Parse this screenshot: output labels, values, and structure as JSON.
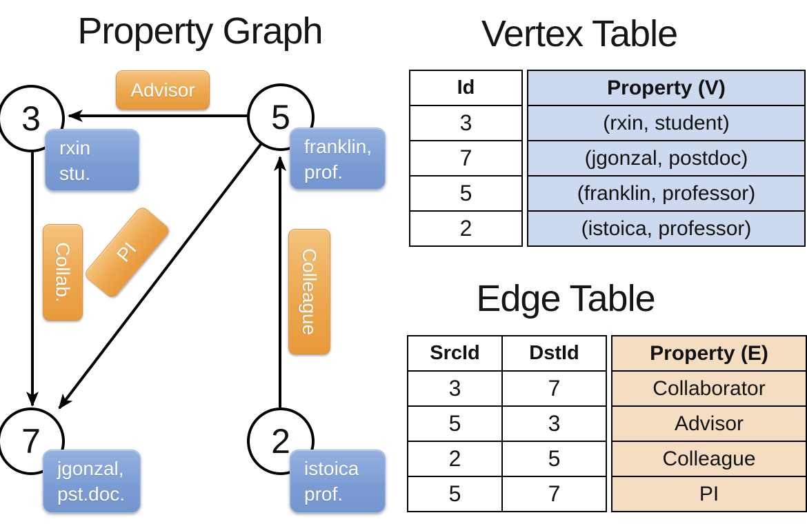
{
  "graph": {
    "title": "Property Graph",
    "nodes": [
      {
        "id": "3"
      },
      {
        "id": "5"
      },
      {
        "id": "7"
      },
      {
        "id": "2"
      }
    ],
    "edge_labels": {
      "advisor": "Advisor",
      "collab": "Collab.",
      "pi": "PI",
      "colleague": "Colleague"
    },
    "property_boxes": [
      {
        "line1": "rxin",
        "line2": "stu."
      },
      {
        "line1": "franklin,",
        "line2": "prof."
      },
      {
        "line1": "jgonzal,",
        "line2": "pst.doc."
      },
      {
        "line1": "istoica",
        "line2": "prof."
      }
    ]
  },
  "vertex_table": {
    "title": "Vertex Table",
    "columns": {
      "id": "Id",
      "property": "Property (V)"
    },
    "rows": [
      {
        "id": "3",
        "property": "(rxin, student)"
      },
      {
        "id": "7",
        "property": "(jgonzal, postdoc)"
      },
      {
        "id": "5",
        "property": "(franklin, professor)"
      },
      {
        "id": "2",
        "property": "(istoica, professor)"
      }
    ]
  },
  "edge_table": {
    "title": "Edge Table",
    "columns": {
      "src": "SrcId",
      "dst": "DstId",
      "property": "Property (E)"
    },
    "rows": [
      {
        "src": "3",
        "dst": "7",
        "property": "Collaborator"
      },
      {
        "src": "5",
        "dst": "3",
        "property": "Advisor"
      },
      {
        "src": "2",
        "dst": "5",
        "property": "Colleague"
      },
      {
        "src": "5",
        "dst": "7",
        "property": "PI"
      }
    ]
  },
  "colors": {
    "edge_label_orange": "#eda74f",
    "property_box_blue": "#7f9fd5",
    "vertex_column_fill": "#cdd9ee",
    "edge_column_fill": "#f4ddc1",
    "line_black": "#000000"
  }
}
